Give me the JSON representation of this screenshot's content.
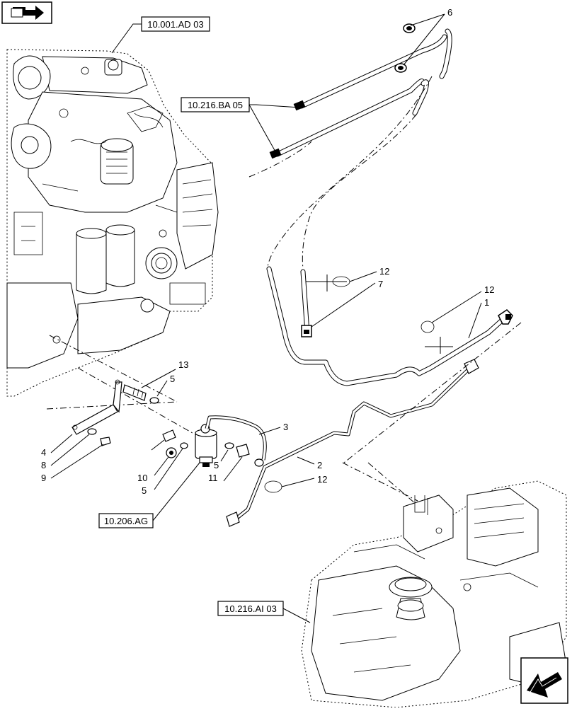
{
  "references": {
    "engine": "10.001.AD 03",
    "fuel_lines": "10.216.BA 05",
    "fuel_filter": "10.206.AG",
    "fuel_tank": "10.216.AI 03"
  },
  "callouts": {
    "c1": "1",
    "c2": "2",
    "c3": "3",
    "c4": "4",
    "c5a": "5",
    "c5b": "5",
    "c5c": "5",
    "c6": "6",
    "c7": "7",
    "c8": "8",
    "c9": "9",
    "c10": "10",
    "c11": "11",
    "c12a": "12",
    "c12b": "12",
    "c12c": "12",
    "c13": "13"
  },
  "icons": {
    "top_left": "book-page-icon",
    "bottom_right": "next-page-arrow-icon"
  }
}
